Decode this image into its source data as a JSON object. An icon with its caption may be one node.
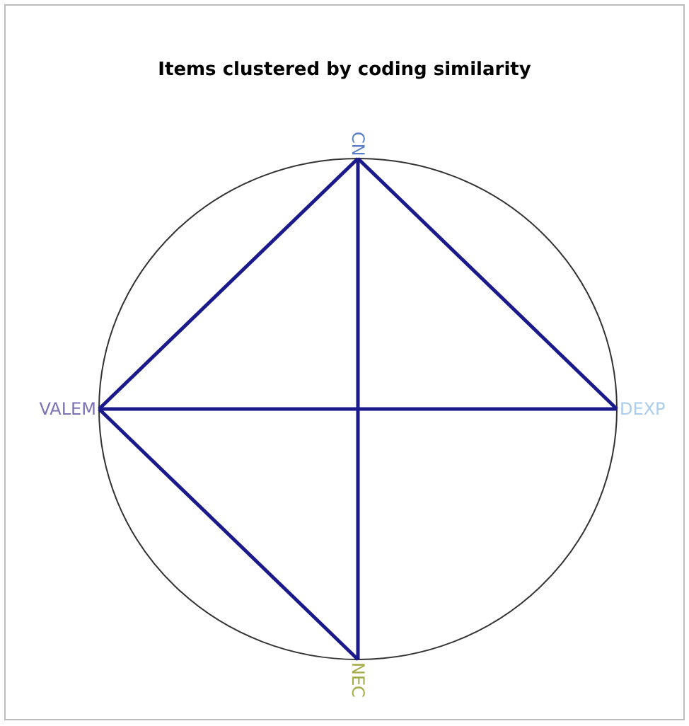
{
  "diagram": {
    "title": "Items clustered by coding similarity",
    "nodes": [
      {
        "text": [
          "CN"
        ]
      },
      {
        "text": [
          "VALEM"
        ]
      },
      {
        "text": [
          "DEXP"
        ]
      },
      {
        "text": [
          "NEC"
        ]
      }
    ],
    "edges": [
      {
        "from": 0,
        "to": 1,
        "arrow": "none"
      },
      {
        "from": 0,
        "to": 2,
        "arrow": "none"
      },
      {
        "from": 0,
        "to": 3,
        "arrow": "none"
      },
      {
        "from": 1,
        "to": 2,
        "arrow": "none"
      },
      {
        "from": 1,
        "to": 3,
        "arrow": "none"
      }
    ]
  }
}
